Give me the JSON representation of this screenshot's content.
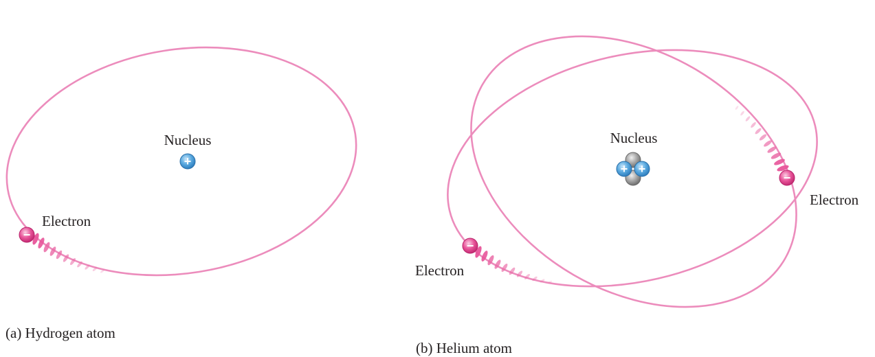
{
  "colors": {
    "orbit": "#ec8cbc",
    "electron": "#e2458f",
    "electron_trail": "#ea6aa6",
    "proton": "#4d9fd8",
    "neutron": "#9b9b9b",
    "text": "#231f20",
    "background": "#ffffff"
  },
  "panels": [
    {
      "caption": "(a) Hydrogen atom",
      "nucleus_label": "Nucleus",
      "electron_labels": [
        "Electron"
      ],
      "protons": 1,
      "neutrons": 0,
      "proton_symbol": "+",
      "electron_symbol": "−"
    },
    {
      "caption": "(b) Helium atom",
      "nucleus_label": "Nucleus",
      "electron_labels": [
        "Electron",
        "Electron"
      ],
      "protons": 2,
      "neutrons": 2,
      "proton_symbol": "+",
      "electron_symbol": "−"
    }
  ]
}
